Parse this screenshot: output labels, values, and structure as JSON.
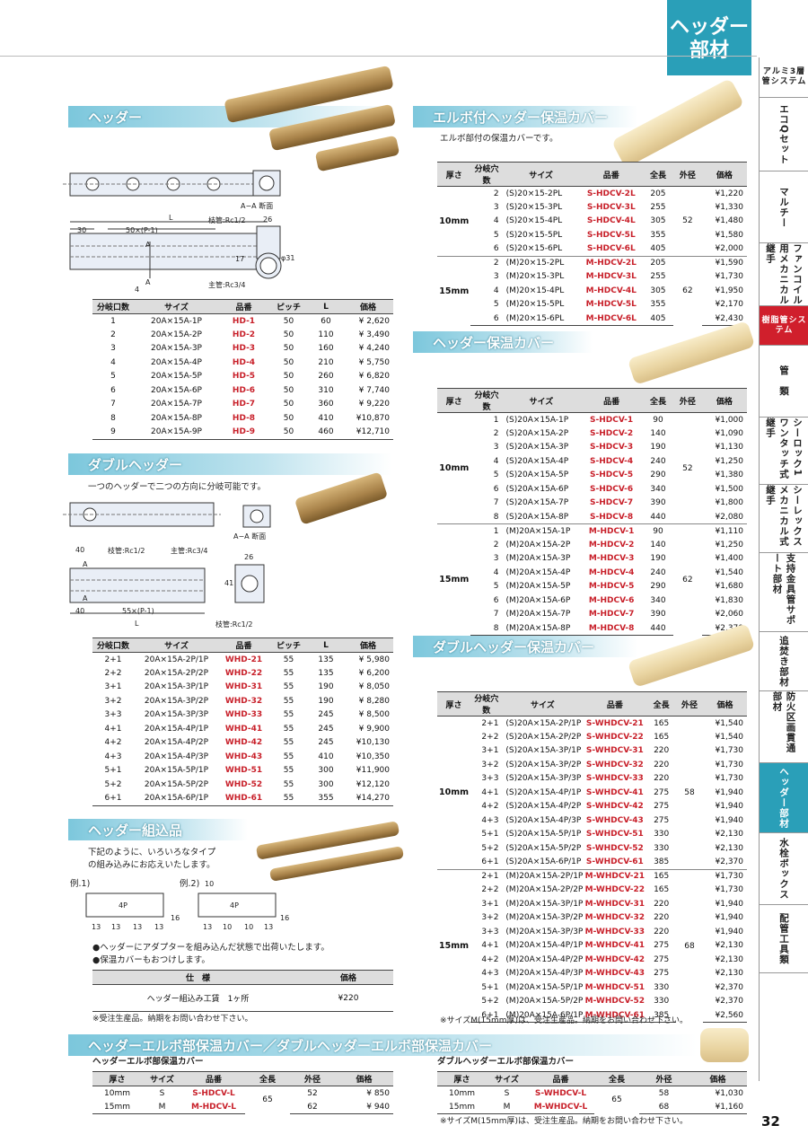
{
  "tab": {
    "line1": "ヘッダー",
    "line2": "部材"
  },
  "side": [
    "アルミ3層管システム",
    "エコQセット",
    "マルチー",
    "ファンコイル用メカニカル継手",
    "樹脂管システム",
    "管　類",
    "シーロック1ワンタッチ式継手",
    "シーレックスメカニカル式継手",
    "支持金具管サポート部材",
    "追焚き部材",
    "防火区画貫通部材",
    "ヘッダー部材",
    "水栓ボックス",
    "配管工具類"
  ],
  "page_number": "32",
  "sec_header": {
    "title": "ヘッダー",
    "headers": [
      "分岐口数",
      "サイズ",
      "品番",
      "ピッチ",
      "L",
      "価格"
    ],
    "rows": [
      [
        "1",
        "20A×15A-1P",
        "HD-1",
        "50",
        "60",
        "¥  2,620"
      ],
      [
        "2",
        "20A×15A-2P",
        "HD-2",
        "50",
        "110",
        "¥  3,490"
      ],
      [
        "3",
        "20A×15A-3P",
        "HD-3",
        "50",
        "160",
        "¥  4,240"
      ],
      [
        "4",
        "20A×15A-4P",
        "HD-4",
        "50",
        "210",
        "¥  5,750"
      ],
      [
        "5",
        "20A×15A-5P",
        "HD-5",
        "50",
        "260",
        "¥  6,820"
      ],
      [
        "6",
        "20A×15A-6P",
        "HD-6",
        "50",
        "310",
        "¥  7,740"
      ],
      [
        "7",
        "20A×15A-7P",
        "HD-7",
        "50",
        "360",
        "¥  9,220"
      ],
      [
        "8",
        "20A×15A-8P",
        "HD-8",
        "50",
        "410",
        "¥10,870"
      ],
      [
        "9",
        "20A×15A-9P",
        "HD-9",
        "50",
        "460",
        "¥12,710"
      ]
    ],
    "drawing": {
      "aa": "A−A 断面",
      "l": "L",
      "d30": "30",
      "pitch": "50×(P-1)",
      "branch": "枝管:Rc1/2",
      "main": "主管:Rc3/4",
      "d26": "26",
      "phi31": "φ31",
      "d17": "17",
      "d4": "4",
      "a": "A"
    }
  },
  "sec_double": {
    "title": "ダブルヘッダー",
    "desc": "一つのヘッダーで二つの方向に分岐可能です。",
    "headers": [
      "分岐口数",
      "サイズ",
      "品番",
      "ピッチ",
      "L",
      "価格"
    ],
    "rows": [
      [
        "2+1",
        "20A×15A-2P/1P",
        "WHD-21",
        "55",
        "135",
        "¥  5,980"
      ],
      [
        "2+2",
        "20A×15A-2P/2P",
        "WHD-22",
        "55",
        "135",
        "¥  6,200"
      ],
      [
        "3+1",
        "20A×15A-3P/1P",
        "WHD-31",
        "55",
        "190",
        "¥  8,050"
      ],
      [
        "3+2",
        "20A×15A-3P/2P",
        "WHD-32",
        "55",
        "190",
        "¥  8,280"
      ],
      [
        "3+3",
        "20A×15A-3P/3P",
        "WHD-33",
        "55",
        "245",
        "¥  8,500"
      ],
      [
        "4+1",
        "20A×15A-4P/1P",
        "WHD-41",
        "55",
        "245",
        "¥  9,900"
      ],
      [
        "4+2",
        "20A×15A-4P/2P",
        "WHD-42",
        "55",
        "245",
        "¥10,130"
      ],
      [
        "4+3",
        "20A×15A-4P/3P",
        "WHD-43",
        "55",
        "410",
        "¥10,350"
      ],
      [
        "5+1",
        "20A×15A-5P/1P",
        "WHD-51",
        "55",
        "300",
        "¥11,900"
      ],
      [
        "5+2",
        "20A×15A-5P/2P",
        "WHD-52",
        "55",
        "300",
        "¥12,120"
      ],
      [
        "6+1",
        "20A×15A-6P/1P",
        "WHD-61",
        "55",
        "355",
        "¥14,270"
      ]
    ],
    "drawing": {
      "aa": "A−A 断面",
      "d40a": "40",
      "d40b": "40",
      "branch": "枝管:Rc1/2",
      "main": "主管:Rc3/4",
      "branch2": "枝管:Rc1/2",
      "pitch": "55×(P-1)",
      "l": "L",
      "d26": "26",
      "d41": "41",
      "a": "A"
    }
  },
  "sec_assembly": {
    "title": "ヘッダー組込品",
    "desc1": "下記のように、いろいろなタイプ",
    "desc2": "の組み込みにお応えいたします。",
    "ex1": "例.1)",
    "ex2": "例.2)",
    "ex1_label": "4P",
    "ex2_label": "4P",
    "ex2_top": "10",
    "ex1_dims": [
      "13",
      "13",
      "13",
      "13",
      "16"
    ],
    "ex2_dims": [
      "13",
      "10",
      "10",
      "13",
      "16"
    ],
    "notes": [
      "●ヘッダーにアダプターを組み込んだ状態で出荷いたします。",
      "●保温カバーもおつけします。"
    ],
    "spec_headers": [
      "仕　様",
      "価格"
    ],
    "spec_row": [
      "ヘッダー組込み工賃　1ヶ所",
      "¥220"
    ],
    "footnote": "※受注生産品。納期をお問い合わせ下さい。"
  },
  "sec_elbow": {
    "title": "エルボ付ヘッダー保温カバー",
    "desc": "エルボ部付の保温カバーです。",
    "headers": [
      "厚さ",
      "分岐穴数",
      "サイズ",
      "品番",
      "全長",
      "外径",
      "価格"
    ],
    "groups": [
      {
        "thick": "10mm",
        "od": "52",
        "rows": [
          [
            "2",
            "(S)20×15-2PL",
            "S-HDCV-2L",
            "205",
            "¥1,220"
          ],
          [
            "3",
            "(S)20×15-3PL",
            "S-HDCV-3L",
            "255",
            "¥1,330"
          ],
          [
            "4",
            "(S)20×15-4PL",
            "S-HDCV-4L",
            "305",
            "¥1,480"
          ],
          [
            "5",
            "(S)20×15-5PL",
            "S-HDCV-5L",
            "355",
            "¥1,580"
          ],
          [
            "6",
            "(S)20×15-6PL",
            "S-HDCV-6L",
            "405",
            "¥2,000"
          ]
        ]
      },
      {
        "thick": "15mm",
        "od": "62",
        "rows": [
          [
            "2",
            "(M)20×15-2PL",
            "M-HDCV-2L",
            "205",
            "¥1,590"
          ],
          [
            "3",
            "(M)20×15-3PL",
            "M-HDCV-3L",
            "255",
            "¥1,730"
          ],
          [
            "4",
            "(M)20×15-4PL",
            "M-HDCV-4L",
            "305",
            "¥1,950"
          ],
          [
            "5",
            "(M)20×15-5PL",
            "M-HDCV-5L",
            "355",
            "¥2,170"
          ],
          [
            "6",
            "(M)20×15-6PL",
            "M-HDCV-6L",
            "405",
            "¥2,430"
          ]
        ]
      }
    ]
  },
  "sec_cover": {
    "title": "ヘッダー保温カバー",
    "headers": [
      "厚さ",
      "分岐穴数",
      "サイズ",
      "品番",
      "全長",
      "外径",
      "価格"
    ],
    "groups": [
      {
        "thick": "10mm",
        "od": "52",
        "rows": [
          [
            "1",
            "(S)20A×15A-1P",
            "S-HDCV-1",
            "90",
            "¥1,000"
          ],
          [
            "2",
            "(S)20A×15A-2P",
            "S-HDCV-2",
            "140",
            "¥1,090"
          ],
          [
            "3",
            "(S)20A×15A-3P",
            "S-HDCV-3",
            "190",
            "¥1,130"
          ],
          [
            "4",
            "(S)20A×15A-4P",
            "S-HDCV-4",
            "240",
            "¥1,250"
          ],
          [
            "5",
            "(S)20A×15A-5P",
            "S-HDCV-5",
            "290",
            "¥1,380"
          ],
          [
            "6",
            "(S)20A×15A-6P",
            "S-HDCV-6",
            "340",
            "¥1,500"
          ],
          [
            "7",
            "(S)20A×15A-7P",
            "S-HDCV-7",
            "390",
            "¥1,800"
          ],
          [
            "8",
            "(S)20A×15A-8P",
            "S-HDCV-8",
            "440",
            "¥2,080"
          ]
        ]
      },
      {
        "thick": "15mm",
        "od": "62",
        "rows": [
          [
            "1",
            "(M)20A×15A-1P",
            "M-HDCV-1",
            "90",
            "¥1,110"
          ],
          [
            "2",
            "(M)20A×15A-2P",
            "M-HDCV-2",
            "140",
            "¥1,250"
          ],
          [
            "3",
            "(M)20A×15A-3P",
            "M-HDCV-3",
            "190",
            "¥1,400"
          ],
          [
            "4",
            "(M)20A×15A-4P",
            "M-HDCV-4",
            "240",
            "¥1,540"
          ],
          [
            "5",
            "(M)20A×15A-5P",
            "M-HDCV-5",
            "290",
            "¥1,680"
          ],
          [
            "6",
            "(M)20A×15A-6P",
            "M-HDCV-6",
            "340",
            "¥1,830"
          ],
          [
            "7",
            "(M)20A×15A-7P",
            "M-HDCV-7",
            "390",
            "¥2,060"
          ],
          [
            "8",
            "(M)20A×15A-8P",
            "M-HDCV-8",
            "440",
            "¥2,370"
          ]
        ]
      }
    ]
  },
  "sec_dcover": {
    "title": "ダブルヘッダー保温カバー",
    "headers": [
      "厚さ",
      "分岐穴数",
      "サイズ",
      "品番",
      "全長",
      "外径",
      "価格"
    ],
    "groups": [
      {
        "thick": "10mm",
        "od": "58",
        "rows": [
          [
            "2+1",
            "(S)20A×15A-2P/1P",
            "S-WHDCV-21",
            "165",
            "¥1,540"
          ],
          [
            "2+2",
            "(S)20A×15A-2P/2P",
            "S-WHDCV-22",
            "165",
            "¥1,540"
          ],
          [
            "3+1",
            "(S)20A×15A-3P/1P",
            "S-WHDCV-31",
            "220",
            "¥1,730"
          ],
          [
            "3+2",
            "(S)20A×15A-3P/2P",
            "S-WHDCV-32",
            "220",
            "¥1,730"
          ],
          [
            "3+3",
            "(S)20A×15A-3P/3P",
            "S-WHDCV-33",
            "220",
            "¥1,730"
          ],
          [
            "4+1",
            "(S)20A×15A-4P/1P",
            "S-WHDCV-41",
            "275",
            "¥1,940"
          ],
          [
            "4+2",
            "(S)20A×15A-4P/2P",
            "S-WHDCV-42",
            "275",
            "¥1,940"
          ],
          [
            "4+3",
            "(S)20A×15A-4P/3P",
            "S-WHDCV-43",
            "275",
            "¥1,940"
          ],
          [
            "5+1",
            "(S)20A×15A-5P/1P",
            "S-WHDCV-51",
            "330",
            "¥2,130"
          ],
          [
            "5+2",
            "(S)20A×15A-5P/2P",
            "S-WHDCV-52",
            "330",
            "¥2,130"
          ],
          [
            "6+1",
            "(S)20A×15A-6P/1P",
            "S-WHDCV-61",
            "385",
            "¥2,370"
          ]
        ]
      },
      {
        "thick": "15mm",
        "od": "68",
        "rows": [
          [
            "2+1",
            "(M)20A×15A-2P/1P",
            "M-WHDCV-21",
            "165",
            "¥1,730"
          ],
          [
            "2+2",
            "(M)20A×15A-2P/2P",
            "M-WHDCV-22",
            "165",
            "¥1,730"
          ],
          [
            "3+1",
            "(M)20A×15A-3P/1P",
            "M-WHDCV-31",
            "220",
            "¥1,940"
          ],
          [
            "3+2",
            "(M)20A×15A-3P/2P",
            "M-WHDCV-32",
            "220",
            "¥1,940"
          ],
          [
            "3+3",
            "(M)20A×15A-3P/3P",
            "M-WHDCV-33",
            "220",
            "¥1,940"
          ],
          [
            "4+1",
            "(M)20A×15A-4P/1P",
            "M-WHDCV-41",
            "275",
            "¥2,130"
          ],
          [
            "4+2",
            "(M)20A×15A-4P/2P",
            "M-WHDCV-42",
            "275",
            "¥2,130"
          ],
          [
            "4+3",
            "(M)20A×15A-4P/3P",
            "M-WHDCV-43",
            "275",
            "¥2,130"
          ],
          [
            "5+1",
            "(M)20A×15A-5P/1P",
            "M-WHDCV-51",
            "330",
            "¥2,370"
          ],
          [
            "5+2",
            "(M)20A×15A-5P/2P",
            "M-WHDCV-52",
            "330",
            "¥2,370"
          ],
          [
            "6+1",
            "(M)20A×15A-6P/1P",
            "M-WHDCV-61",
            "385",
            "¥2,560"
          ]
        ]
      }
    ],
    "footnote": "※サイズM(15mm厚)は、受注生産品。納期をお問い合わせ下さい。"
  },
  "sec_elbowcover": {
    "title": "ヘッダーエルボ部保温カバー／ダブルヘッダーエルボ部保温カバー",
    "left_sub": "ヘッダーエルボ部保温カバー",
    "right_sub": "ダブルヘッダーエルボ部保温カバー",
    "headers": [
      "厚さ",
      "サイズ",
      "品番",
      "全長",
      "外径",
      "価格"
    ],
    "left_rows": [
      [
        "10mm",
        "S",
        "S-HDCV-L",
        "65",
        "52",
        "¥  850"
      ],
      [
        "15mm",
        "M",
        "M-HDCV-L",
        "",
        "62",
        "¥  940"
      ]
    ],
    "right_rows": [
      [
        "10mm",
        "S",
        "S-WHDCV-L",
        "65",
        "58",
        "¥1,030"
      ],
      [
        "15mm",
        "M",
        "M-WHDCV-L",
        "",
        "68",
        "¥1,160"
      ]
    ],
    "footnote": "※サイズM(15mm厚)は、受注生産品。納期をお問い合わせ下さい。"
  }
}
